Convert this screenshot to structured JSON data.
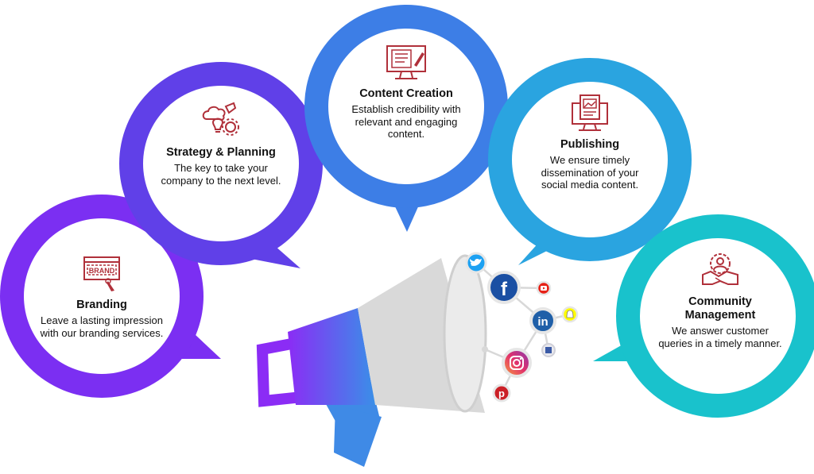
{
  "colors": {
    "purple": "#7b2ff2",
    "violet": "#6040e8",
    "blue": "#3d7ee6",
    "sky": "#2aa4e0",
    "teal": "#19c2cc",
    "icon_red": "#b0303a",
    "megaphone_gray": "#d9d9d9"
  },
  "services": [
    {
      "title": "Branding",
      "description": "Leave a lasting impression with our branding services.",
      "icon": "brand-sign-icon"
    },
    {
      "title": "Strategy & Planning",
      "description": "The key to take your company to the next level.",
      "icon": "strategy-gear-icon"
    },
    {
      "title": "Content Creation",
      "description": "Establish credibility with relevant and engaging content.",
      "icon": "monitor-edit-icon"
    },
    {
      "title": "Publishing",
      "description": "We ensure timely dissemination of your social media content.",
      "icon": "monitor-publish-icon"
    },
    {
      "title": "Community Management",
      "description": "We answer customer queries in a timely manner.",
      "icon": "community-handshake-icon"
    }
  ],
  "social_icons": [
    "twitter-icon",
    "facebook-icon",
    "youtube-icon",
    "linkedin-icon",
    "snapchat-icon",
    "foursquare-icon",
    "instagram-icon",
    "pinterest-icon"
  ]
}
